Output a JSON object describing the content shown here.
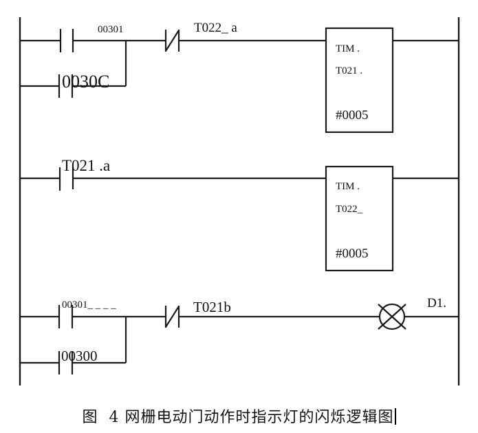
{
  "caption": {
    "figure_label": "图",
    "figure_number": "4",
    "title": "网栅电动门动作时指示灯的闪烁逻辑图"
  },
  "rungs": [
    {
      "id": "rung-1",
      "contacts": [
        {
          "type": "NO",
          "label": "00301"
        },
        {
          "type": "NO",
          "label": "0030C",
          "parallel_branch": true
        },
        {
          "type": "NC",
          "label": "T022_ a"
        }
      ],
      "output": {
        "type": "timer",
        "instruction": "TIM .",
        "timer_id": "T021 .",
        "preset": "#0005"
      }
    },
    {
      "id": "rung-2",
      "contacts": [
        {
          "type": "NO",
          "label": "T021 .a"
        }
      ],
      "output": {
        "type": "timer",
        "instruction": "TIM .",
        "timer_id": "T022_",
        "preset": "#0005"
      }
    },
    {
      "id": "rung-3",
      "contacts": [
        {
          "type": "NO",
          "label": "00301_ _ _ _"
        },
        {
          "type": "NO",
          "label": "00300",
          "parallel_branch": true
        },
        {
          "type": "NC",
          "label": "T021b"
        }
      ],
      "output": {
        "type": "lamp",
        "label": "D1."
      }
    }
  ]
}
